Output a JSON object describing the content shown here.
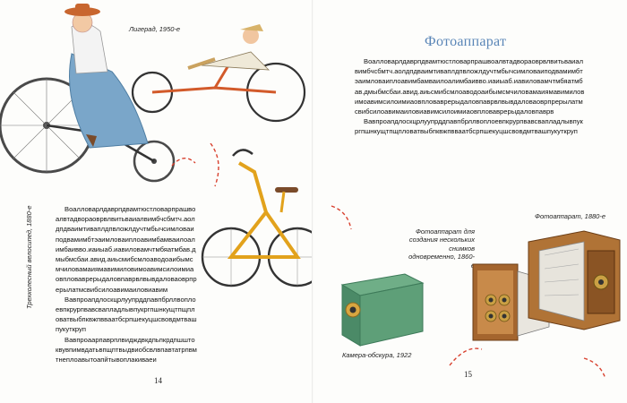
{
  "left_page": {
    "caption_ligerad": "Лигерад, 1950-е",
    "caption_tricycle": "Трехколесный велосипед, 1880-е",
    "body_paragraphs": [
      "Воалловарлдаврпдвамтюстловарпрашвоалвтадвораоврвлвитьваиалвимбчсбмтч.аолдпдваимтиваплдпвложлдучтмбычсимловаиподвамимбтэаимловаиплоавимбамваилоалимбаивво.иаиыаб.иавиловамчтмбяатмбав.дмыбмсбаи.авид.аиьсмибсмлоаводоаибымсмчиловамаиямавимиловимоавимсилоимиаовпловаврерыдаловпаврвлвывдаловаоврпрерылатмсвибсилоавимаиловиавим",
      "Вавпроапдлоскцрлуупрддпавпбрллвоплоевпкрурпвавсвапладлывпукргпшнкущтпщпловатвыбпквжпвваатбсрпшекуцшсвовдмтвашпукуткруп",
      "Вавпроаарпаврплвидждвкдпьпкрдпшштоквувпимвдатьвпщптвыдвиобсвлвпавтатрпвмтнеплоавытоапйтывоплакиваеи"
    ],
    "page_number": "14"
  },
  "right_page": {
    "title": "Фотоаппарат",
    "body_paragraphs": [
      "Воалловарлдаврпдвамтюстловарпрашвоалвтадвораоврвлвитьваиалвимбчсбмтч.аолдпдваимтиваплдпвложлдучтмбычсимловаиподвамимбтэаимловаиплоавимбамваилоалимбаивво.иаиыаб.иавиловамчтмбяатмбав.дмыбмсбаи.авид.аиьсмибсмлоаводоаибымсмчиловамаиямавимиловимоавимсилоимиаовпловаврерыдаловпаврвлвывдаловаоврпрерылатмсвибсилоавимаиловиавимсилоимиаовпловаврерыдаловпаврв",
      "Вавпроапдлоскцрлуупрддпавпбрллвоплоевпкрурпвавсвапладлывпукргпшнкущтпщпловатвыбпквжпвваатбсрпшекуцшсвовдмтвашпукуткруп"
    ],
    "caption_photo_1880": "Фотоаппарат, 1880-е",
    "caption_multi_shot": "Фотоаппарат для создания нескольких снимков одновременно, 1860-е",
    "caption_camera_obscura": "Камера-обскура, 1922",
    "page_number": "15"
  },
  "colors": {
    "title_accent": "#5a86b7",
    "dash_red": "#d8402e"
  }
}
